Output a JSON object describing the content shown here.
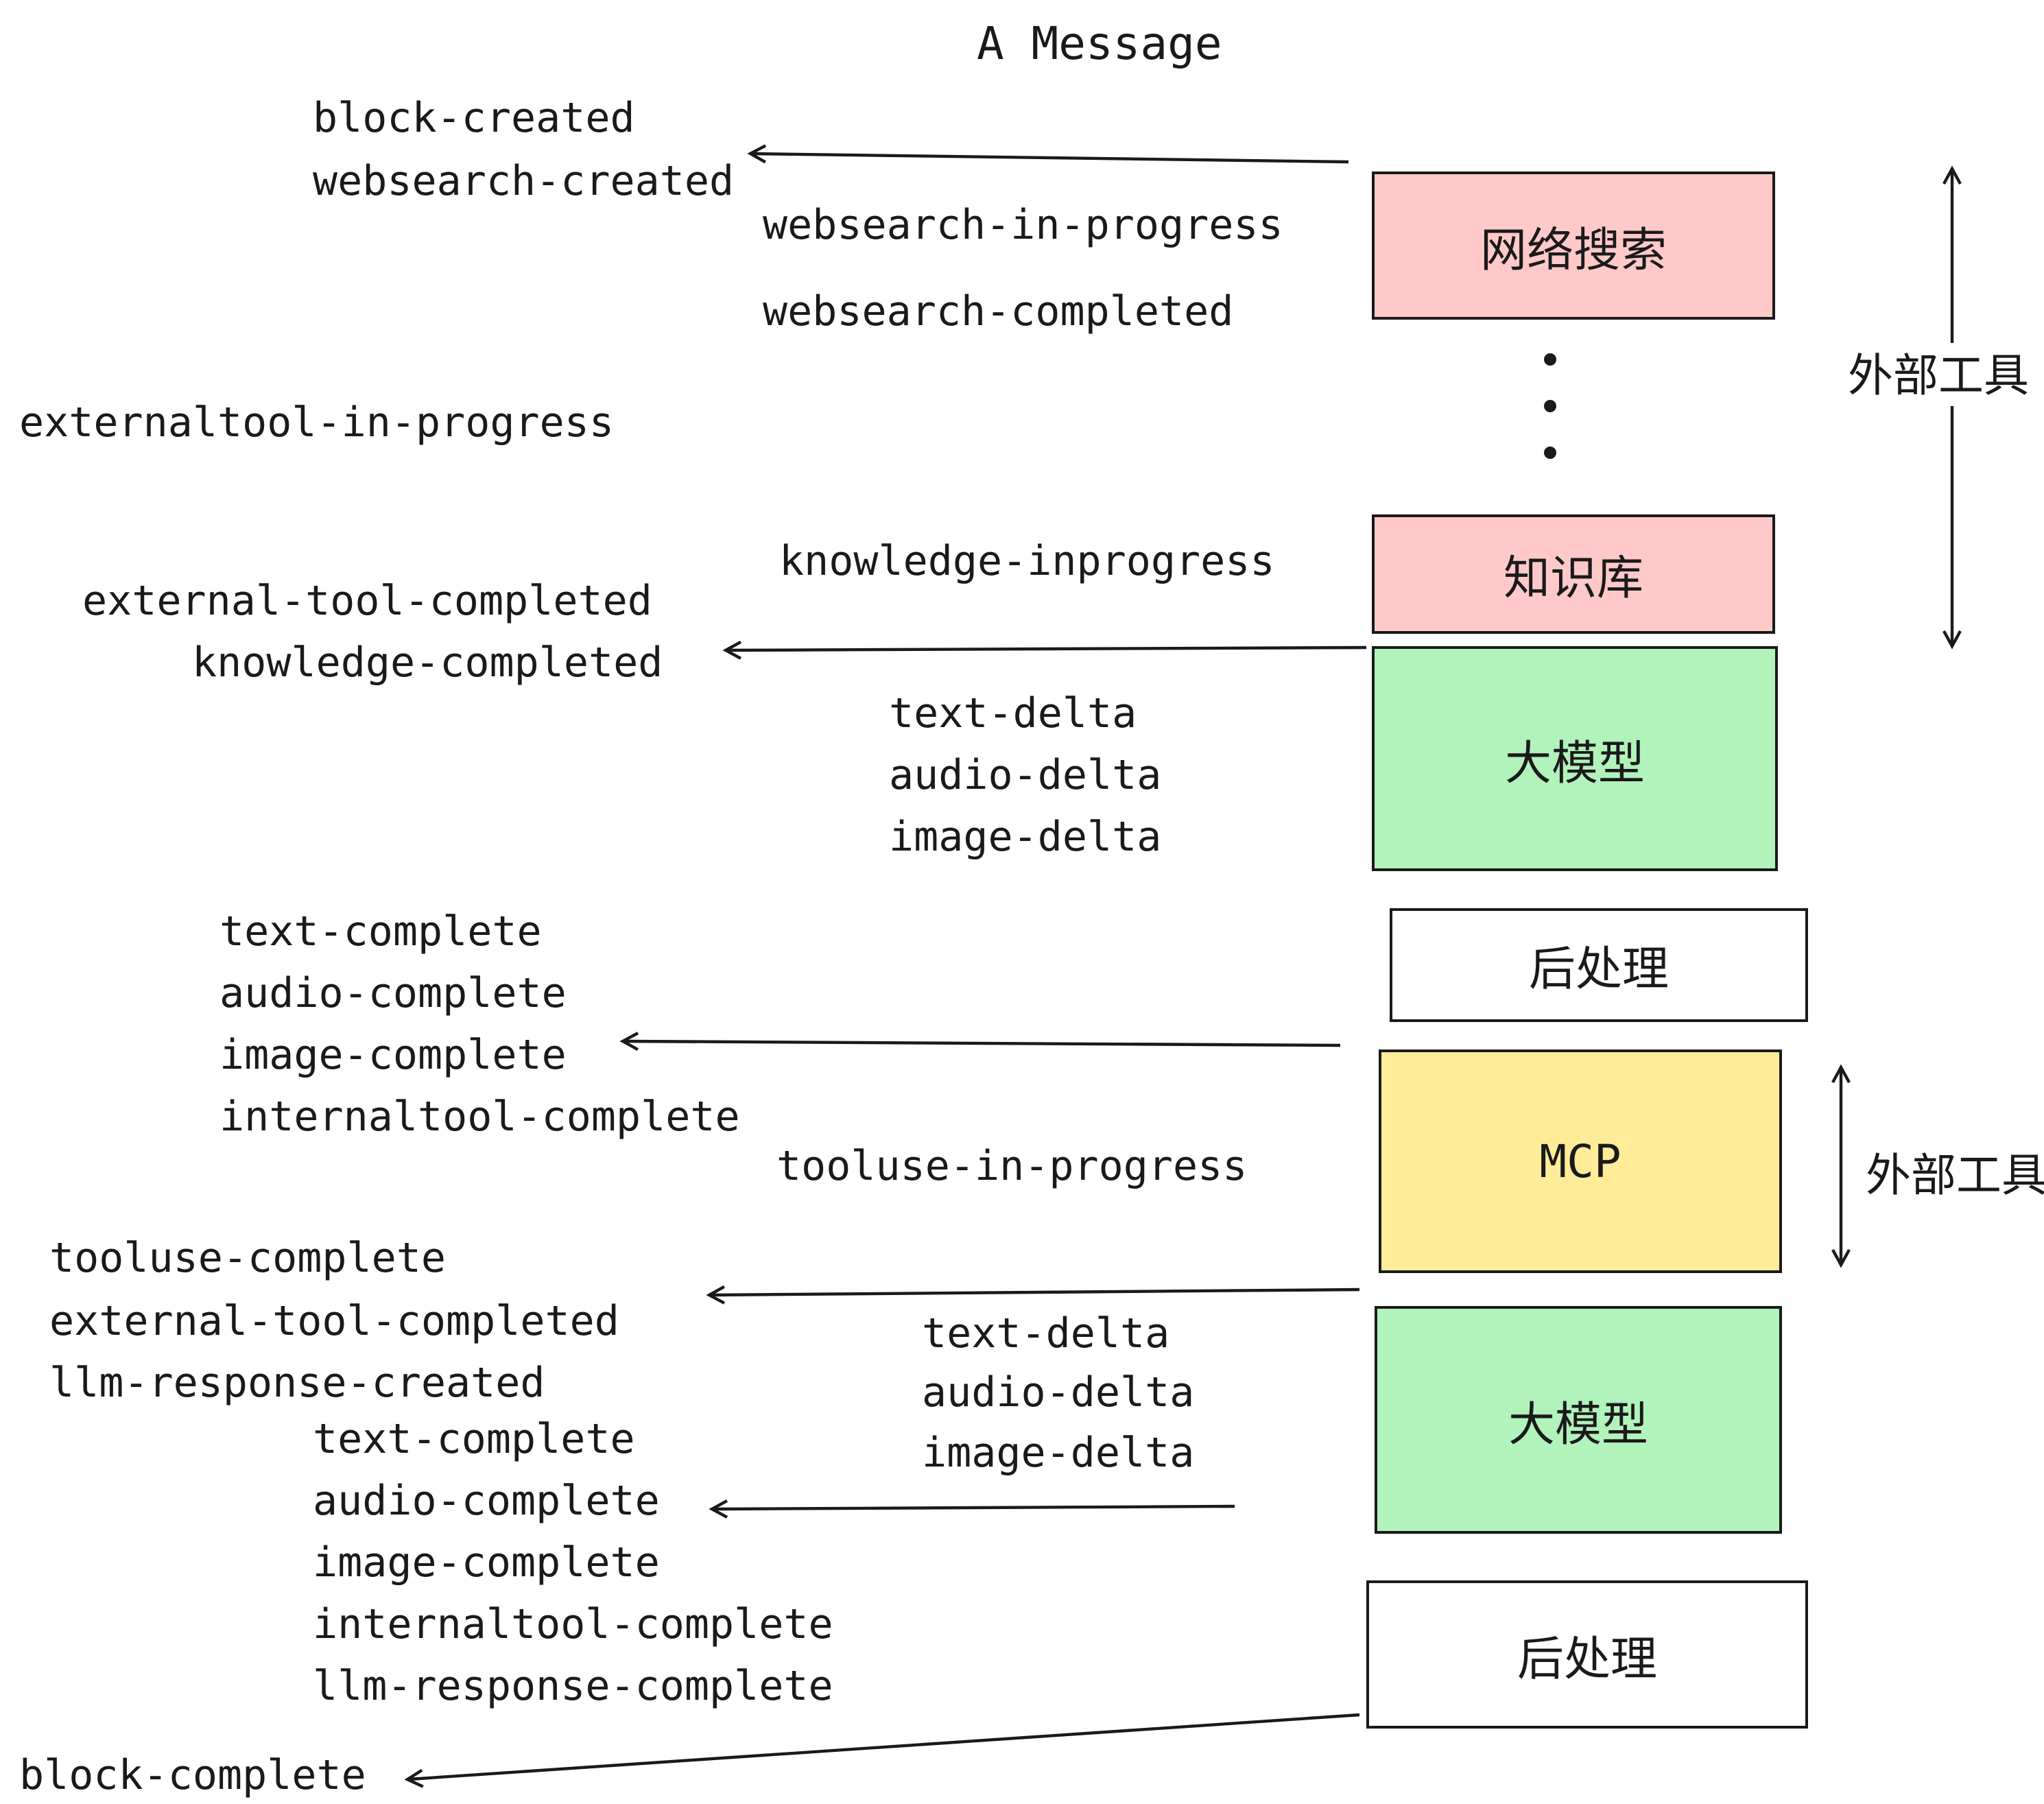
{
  "title": "A Message",
  "events": {
    "block_created": "block-created",
    "websearch_created": "websearch-created",
    "websearch_in_progress": "websearch-in-progress",
    "websearch_completed": "websearch-completed",
    "externaltool_in_progress": "externaltool-in-progress",
    "knowledge_inprogress": "knowledge-inprogress",
    "external_tool_completed": "external-tool-completed",
    "knowledge_completed": "knowledge-completed",
    "text_delta": "text-delta",
    "audio_delta": "audio-delta",
    "image_delta": "image-delta",
    "text_complete": "text-complete",
    "audio_complete": "audio-complete",
    "image_complete": "image-complete",
    "internaltool_complete": "internaltool-complete",
    "tooluse_in_progress": "tooluse-in-progress",
    "tooluse_complete": "tooluse-complete",
    "llm_response_created": "llm-response-created",
    "llm_response_complete": "llm-response-complete",
    "block_complete": "block-complete"
  },
  "boxes": {
    "websearch": {
      "label": "网络搜索",
      "fill": "#ffc9c9"
    },
    "knowledge": {
      "label": "知识库",
      "fill": "#ffc9c9"
    },
    "llm_top": {
      "label": "大模型",
      "fill": "#b2f2bb"
    },
    "post_top": {
      "label": "后处理",
      "fill": "#ffffff"
    },
    "mcp": {
      "label": "MCP",
      "fill": "#ffec99"
    },
    "llm_bottom": {
      "label": "大模型",
      "fill": "#b2f2bb"
    },
    "post_bottom": {
      "label": "后处理",
      "fill": "#ffffff"
    }
  },
  "annotations": {
    "external_tools_top": "外部工具",
    "external_tools_mcp": "外部工具"
  },
  "colors": {
    "stroke": "#1a1a1a",
    "pink": "#ffc9c9",
    "green": "#b2f2bb",
    "yellow": "#ffec99"
  }
}
